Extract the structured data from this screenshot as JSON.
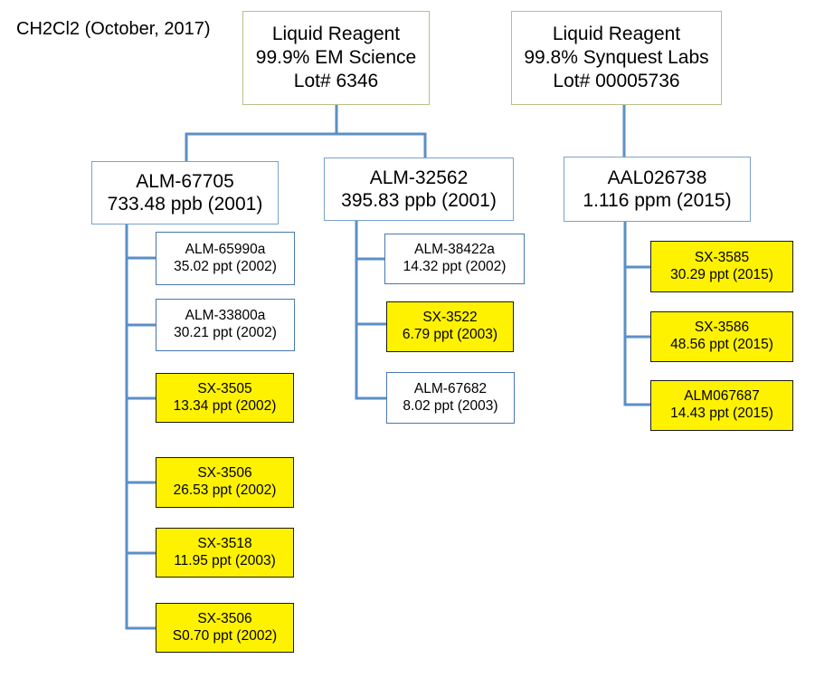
{
  "title": "CH2Cl2 (October, 2017)",
  "colors": {
    "connector": "#5b8fc7",
    "highlight": "#fff200",
    "reagent_border": "#b9bf8c"
  },
  "reagents": [
    {
      "line1": "Liquid Reagent",
      "line2": "99.9% EM Science",
      "line3": "Lot# 6346"
    },
    {
      "line1": "Liquid Reagent",
      "line2": "99.8% Synquest Labs",
      "line3": "Lot# 00005736"
    }
  ],
  "cylinders": [
    {
      "id": "ALM-67705",
      "value": "733.48 ppb (2001)",
      "samples": [
        {
          "id": "ALM-65990a",
          "value": "35.02 ppt (2002)",
          "highlight": false
        },
        {
          "id": "ALM-33800a",
          "value": "30.21 ppt (2002)",
          "highlight": false
        },
        {
          "id": "SX-3505",
          "value": "13.34 ppt (2002)",
          "highlight": true
        },
        {
          "id": "SX-3506",
          "value": "26.53 ppt (2002)",
          "highlight": true
        },
        {
          "id": "SX-3518",
          "value": "11.95 ppt (2003)",
          "highlight": true
        },
        {
          "id": "SX-3506",
          "value": "S0.70 ppt (2002)",
          "highlight": true
        }
      ]
    },
    {
      "id": "ALM-32562",
      "value": "395.83 ppb (2001)",
      "samples": [
        {
          "id": "ALM-38422a",
          "value": "14.32 ppt (2002)",
          "highlight": false
        },
        {
          "id": "SX-3522",
          "value": "6.79 ppt (2003)",
          "highlight": true
        },
        {
          "id": "ALM-67682",
          "value": "8.02 ppt (2003)",
          "highlight": false
        }
      ]
    },
    {
      "id": "AAL026738",
      "value": "1.116 ppm (2015)",
      "samples": [
        {
          "id": "SX-3585",
          "value": "30.29 ppt (2015)",
          "highlight": true
        },
        {
          "id": "SX-3586",
          "value": "48.56 ppt (2015)",
          "highlight": true
        },
        {
          "id": "ALM067687",
          "value": "14.43 ppt (2015)",
          "highlight": true
        }
      ]
    }
  ]
}
